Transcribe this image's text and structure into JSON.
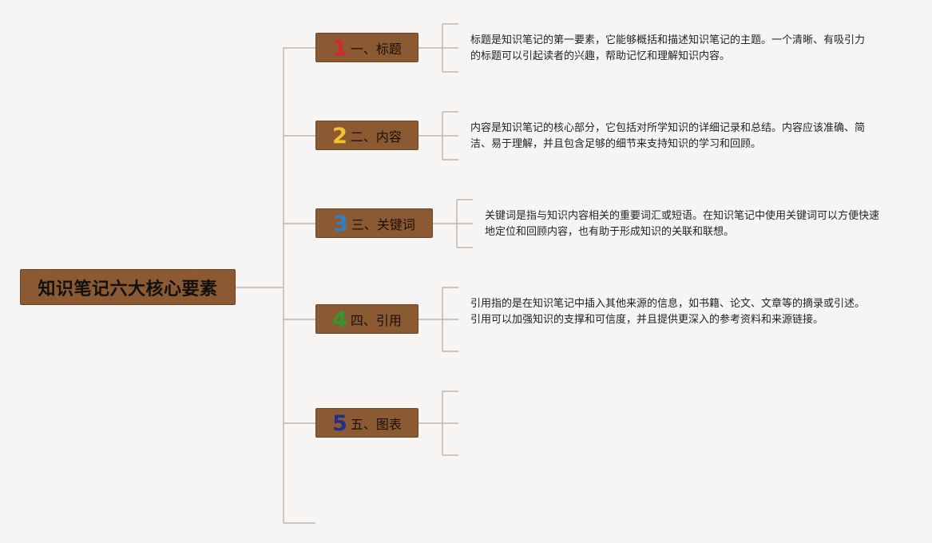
{
  "root": {
    "title": "知识笔记六大核心要素"
  },
  "branches": [
    {
      "number": "1",
      "label": "一、标题",
      "number_color": "#d62828",
      "description": "标题是知识笔记的第一要素，它能够概括和描述知识笔记的主题。一个清晰、有吸引力的标题可以引起读者的兴趣，帮助记忆和理解知识内容。"
    },
    {
      "number": "2",
      "label": "二、内容",
      "number_color": "#f2c230",
      "description": "内容是知识笔记的核心部分，它包括对所学知识的详细记录和总结。内容应该准确、简洁、易于理解，并且包含足够的细节来支持知识的学习和回顾。"
    },
    {
      "number": "3",
      "label": "三、关键词",
      "number_color": "#2f7fc8",
      "description": "关键词是指与知识内容相关的重要词汇或短语。在知识笔记中使用关键词可以方便快速地定位和回顾内容，也有助于形成知识的关联和联想。"
    },
    {
      "number": "4",
      "label": "四、引用",
      "number_color": "#2f9a2f",
      "description": "引用指的是在知识笔记中插入其他来源的信息，如书籍、论文、文章等的摘录或引述。引用可以加强知识的支撑和可信度，并且提供更深入的参考资料和来源链接。"
    },
    {
      "number": "5",
      "label": "五、图表",
      "number_color": "#1f2f8a",
      "description": ""
    }
  ],
  "colors": {
    "background": "#f7f5f4",
    "node_fill": "#8b5a32",
    "connector": "#bdb5ae"
  }
}
